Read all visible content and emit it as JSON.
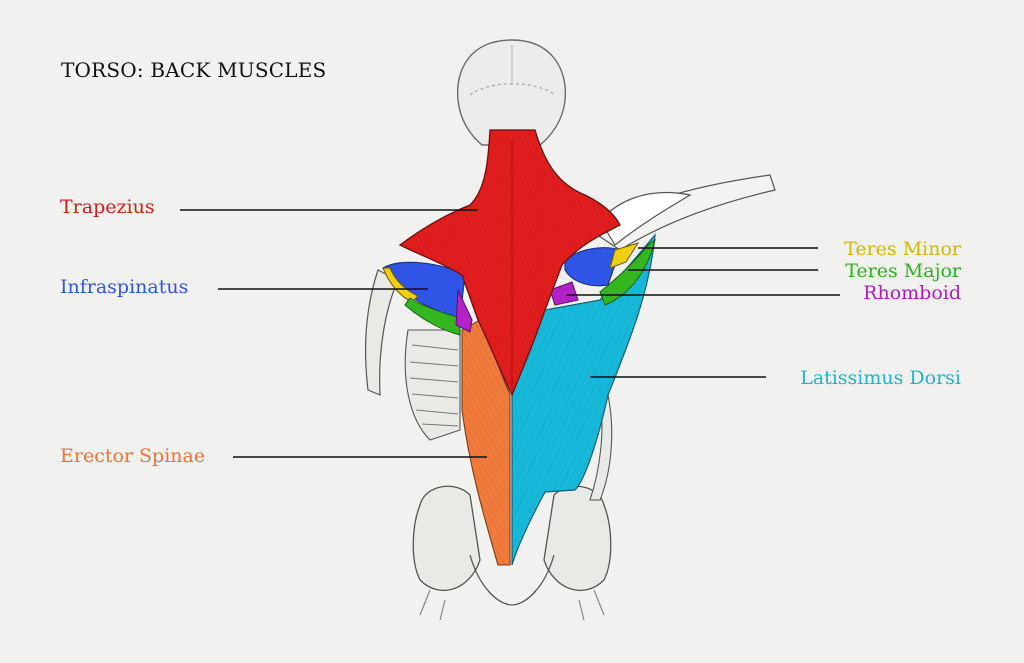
{
  "title": "TORSO: BACK MUSCLES",
  "labels": {
    "trapezius": "Trapezius",
    "infraspinatus": "Infraspinatus",
    "erector_spinae": "Erector Spinae",
    "teres_minor": "Teres Minor",
    "teres_major": "Teres Major",
    "rhomboid": "Rhomboid",
    "latissimus_dorsi": "Latissimus Dorsi"
  },
  "colors": {
    "trapezius": "#e21d1d",
    "infraspinatus": "#2e55e6",
    "erector_spinae": "#f27b3c",
    "teres_minor": "#f0cf12",
    "teres_major": "#33b61f",
    "rhomboid": "#b321c9",
    "latissimus_dorsi": "#17b9da",
    "bone": "#e9e9e6",
    "outline": "#4a4a4a"
  }
}
